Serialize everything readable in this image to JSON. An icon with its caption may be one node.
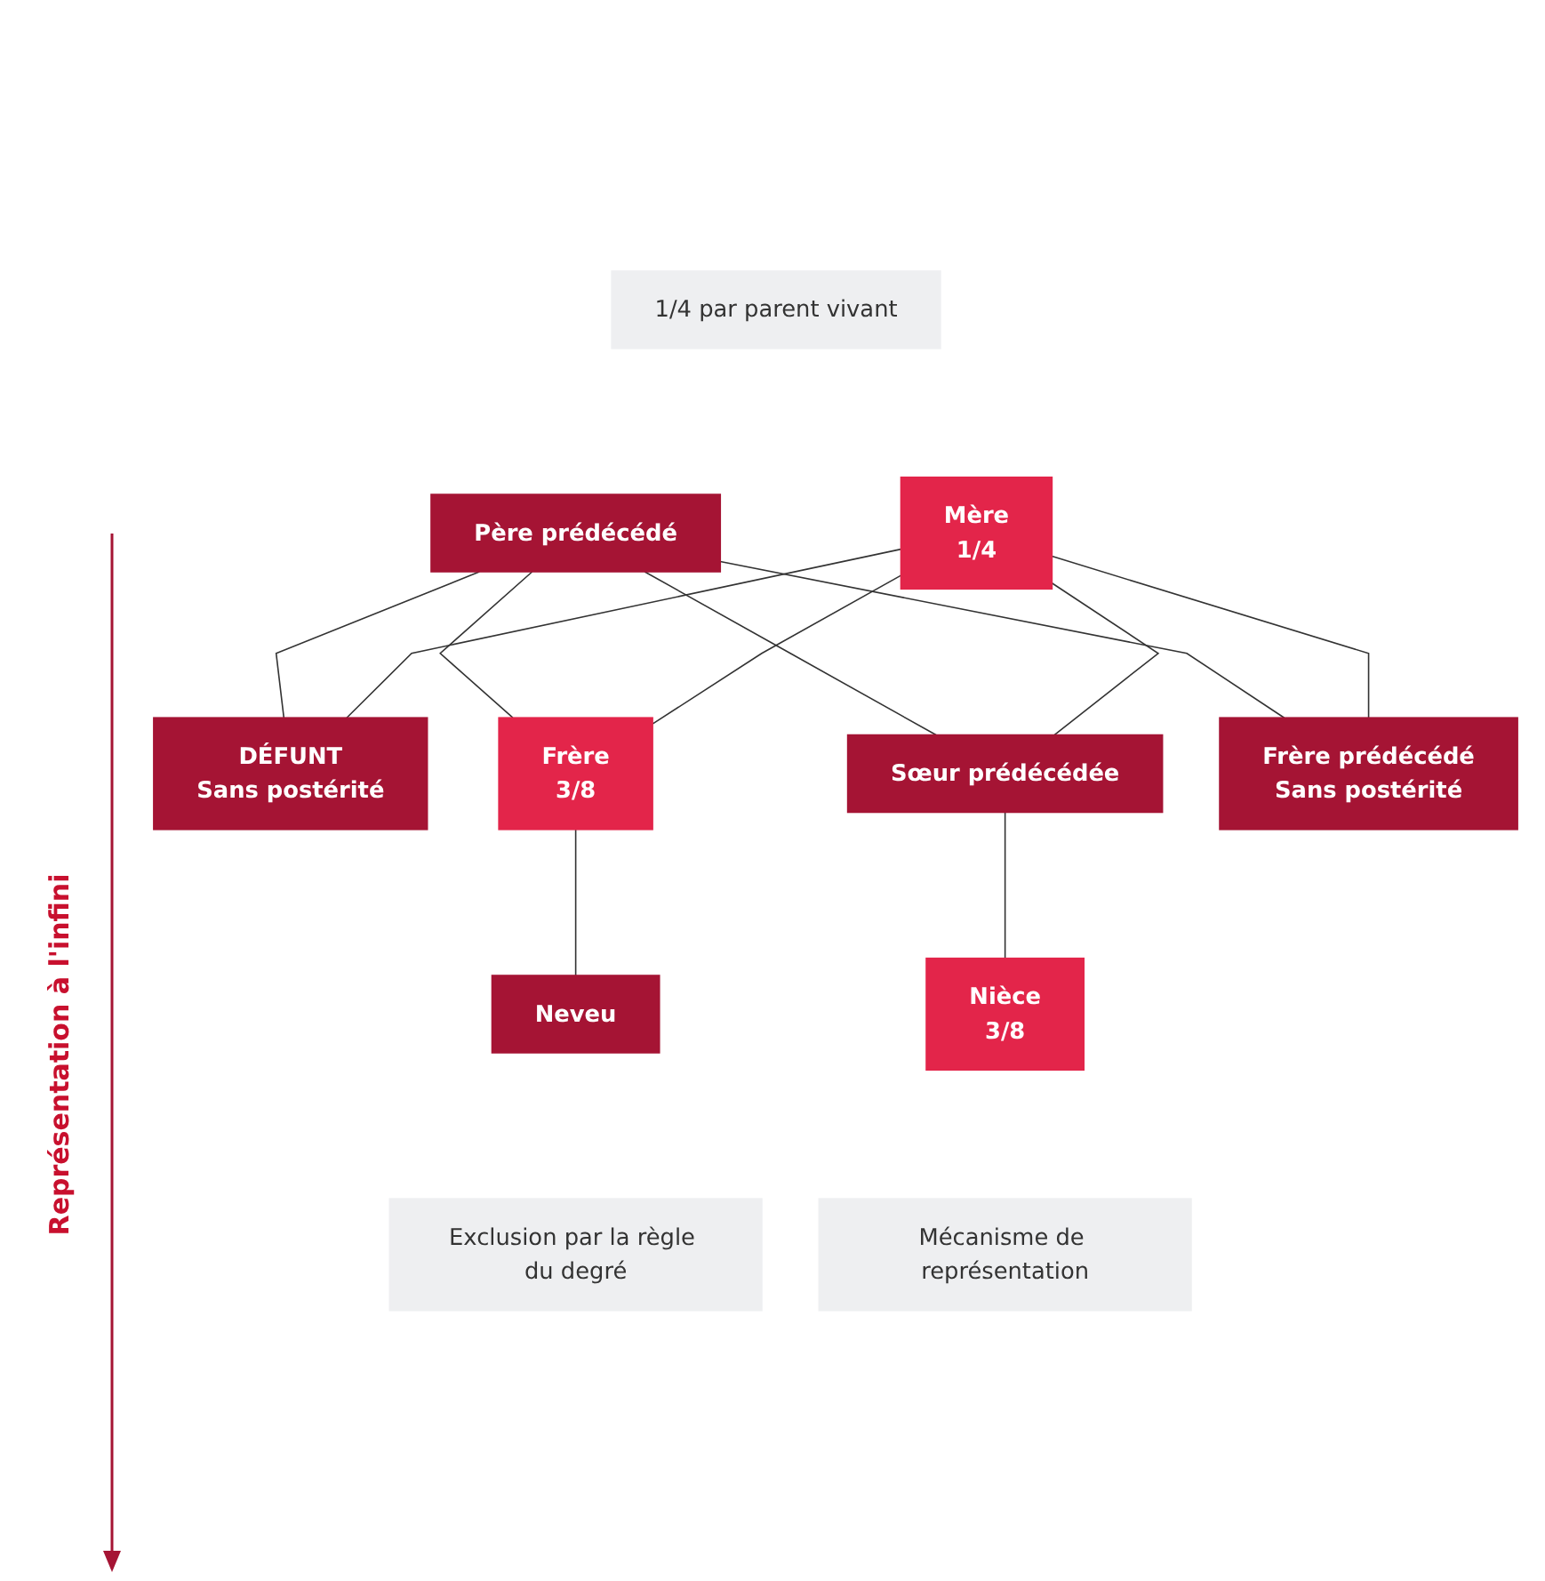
{
  "diagram": {
    "nodes": [
      {
        "text": [
          "1/4 par parent vivant"
        ]
      },
      {
        "text": [
          "Père prédécédé"
        ]
      },
      {
        "text": [
          "Mère",
          "1/4"
        ]
      },
      {
        "text": [
          "DÉFUNT",
          "Sans postérité"
        ]
      },
      {
        "text": [
          "Frère",
          "3/8"
        ]
      },
      {
        "text": [
          "Sœur prédécédée"
        ]
      },
      {
        "text": [
          "Frère prédécédé",
          "Sans postérité"
        ]
      },
      {
        "text": [
          "Neveu"
        ]
      },
      {
        "text": [
          "Nièce",
          "3/8"
        ]
      },
      {
        "text": [
          "Exclusion par la règle du degré"
        ]
      },
      {
        "text": [
          "Mécanisme de représentation"
        ]
      }
    ],
    "edges": [
      {
        "from": 1,
        "to": 3,
        "arrow": "none"
      },
      {
        "from": 1,
        "to": 4,
        "arrow": "none"
      },
      {
        "from": 1,
        "to": 5,
        "arrow": "none"
      },
      {
        "from": 1,
        "to": 6,
        "arrow": "none"
      },
      {
        "from": 2,
        "to": 3,
        "arrow": "none"
      },
      {
        "from": 2,
        "to": 4,
        "arrow": "none"
      },
      {
        "from": 2,
        "to": 5,
        "arrow": "none"
      },
      {
        "from": 2,
        "to": 6,
        "arrow": "none"
      },
      {
        "from": 4,
        "to": 7,
        "arrow": "none"
      },
      {
        "from": 5,
        "to": 8,
        "arrow": "none"
      }
    ],
    "labels": [
      "Représentation à l'infini"
    ]
  }
}
